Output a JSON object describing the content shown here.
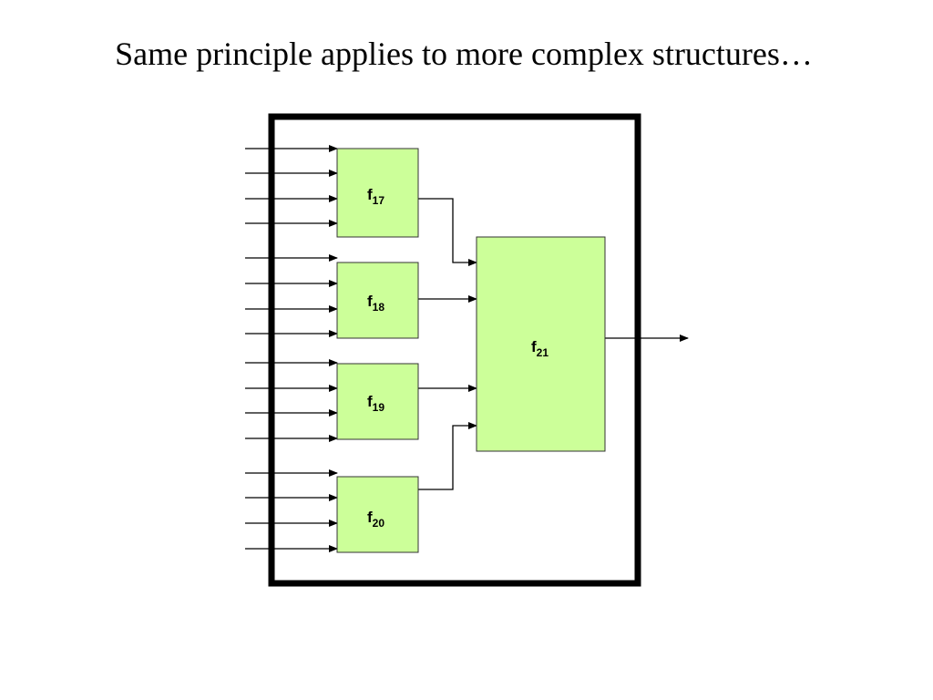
{
  "title": "Same principle applies to more complex structures…",
  "colors": {
    "block_fill": "#ccff99",
    "block_stroke": "#333333",
    "frame": "#000000",
    "line": "#000000",
    "background": "#ffffff"
  },
  "blocks": [
    {
      "id": "f17",
      "base": "f",
      "sub": "17"
    },
    {
      "id": "f18",
      "base": "f",
      "sub": "18"
    },
    {
      "id": "f19",
      "base": "f",
      "sub": "19"
    },
    {
      "id": "f20",
      "base": "f",
      "sub": "20"
    },
    {
      "id": "f21",
      "base": "f",
      "sub": "21"
    }
  ]
}
